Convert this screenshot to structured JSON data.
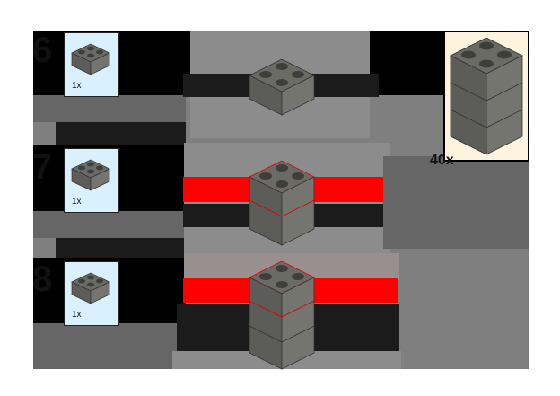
{
  "steps": [
    {
      "number": "6",
      "parts": [
        {
          "name": "brick-2x2",
          "qty": "1x"
        }
      ]
    },
    {
      "number": "7",
      "parts": [
        {
          "name": "brick-2x2",
          "qty": "1x"
        }
      ]
    },
    {
      "number": "8",
      "parts": [
        {
          "name": "brick-2x2",
          "qty": "1x"
        }
      ]
    }
  ],
  "submodel": {
    "qty": "40x"
  },
  "colors": {
    "brick": "#6b6b66",
    "highlight": "#ff0000",
    "pli_bg": "#d9f0ff",
    "submodel_bg": "#fdf4e0"
  }
}
